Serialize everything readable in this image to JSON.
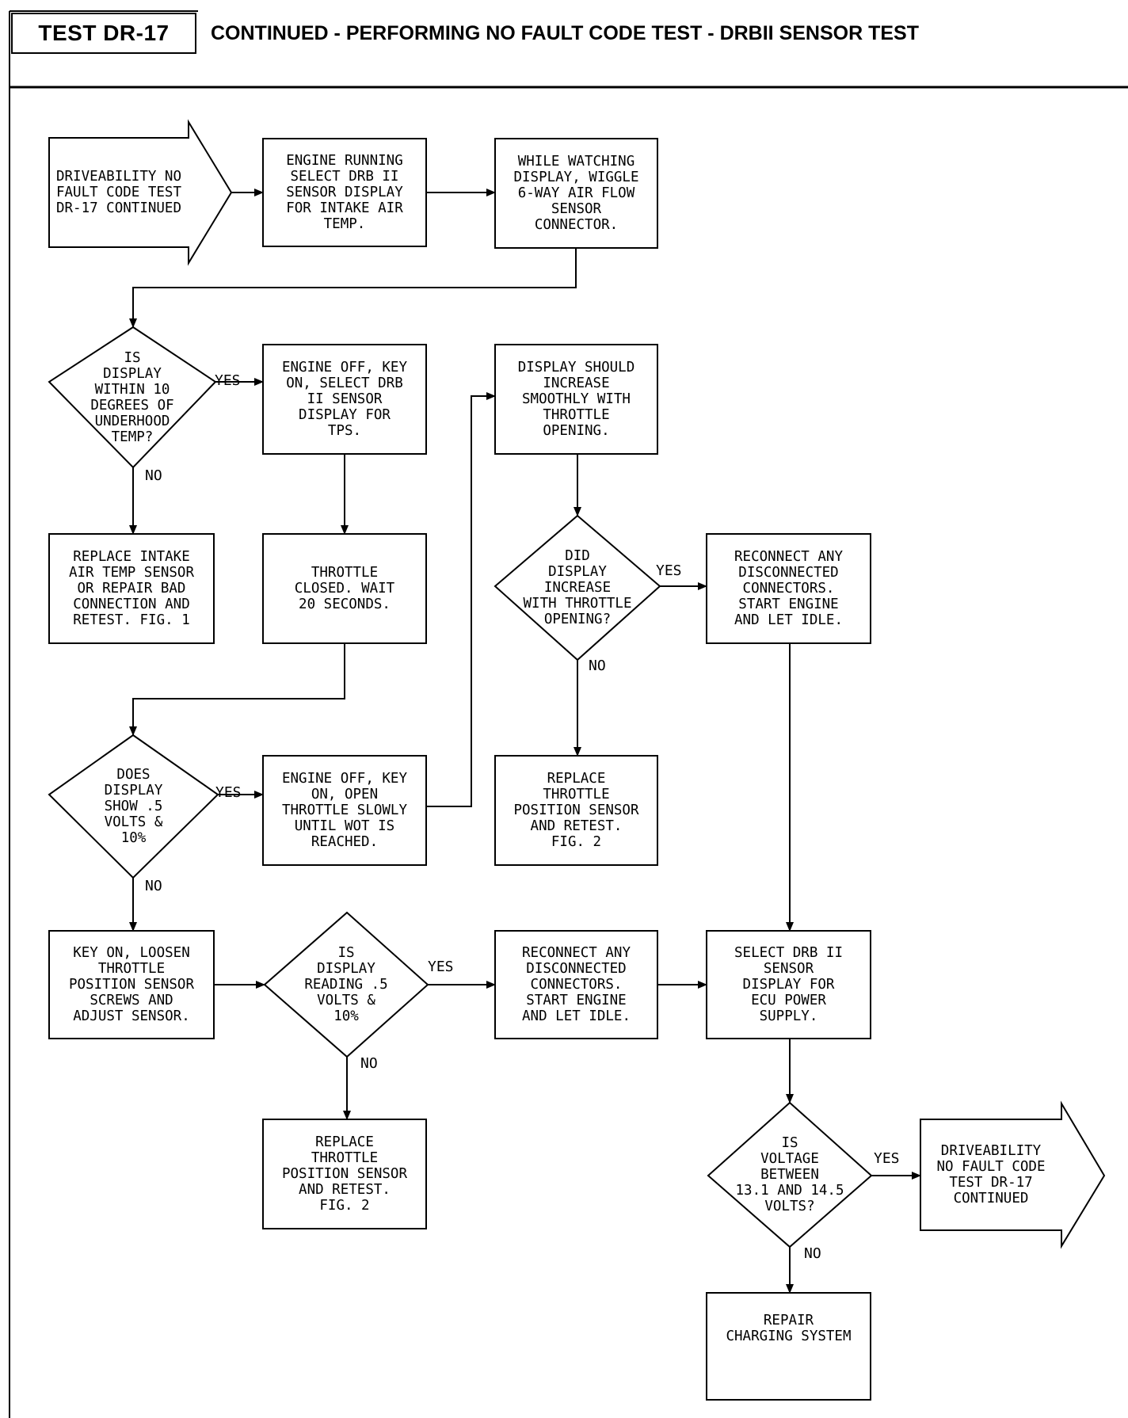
{
  "header": {
    "test_id": "TEST DR-17",
    "title": "CONTINUED - PERFORMING NO FAULT CODE TEST - DRBII SENSOR TEST"
  },
  "nodes": {
    "start": "DRIVEABILITY NO\nFAULT CODE TEST\nDR-17 CONTINUED",
    "n1": "ENGINE RUNNING\nSELECT DRB II\nSENSOR DISPLAY\nFOR INTAKE AIR\nTEMP.",
    "n2": "WHILE WATCHING\nDISPLAY, WIGGLE\n6-WAY AIR FLOW\nSENSOR\nCONNECTOR.",
    "d1": "IS\nDISPLAY\nWITHIN 10\nDEGREES OF\nUNDERHOOD\nTEMP?",
    "n3": "ENGINE OFF, KEY\nON, SELECT DRB\nII SENSOR\nDISPLAY FOR\nTPS.",
    "n4": "DISPLAY SHOULD\nINCREASE\nSMOOTHLY WITH\nTHROTTLE\nOPENING.",
    "n5": "REPLACE INTAKE\nAIR TEMP SENSOR\nOR REPAIR BAD\nCONNECTION AND\nRETEST. FIG. 1",
    "n6": "THROTTLE\nCLOSED. WAIT\n20 SECONDS.",
    "d2": "DID\nDISPLAY\nINCREASE\nWITH THROTTLE\nOPENING?",
    "n7": "RECONNECT ANY\nDISCONNECTED\nCONNECTORS.\nSTART ENGINE\nAND LET IDLE.",
    "d3": "DOES\nDISPLAY\nSHOW .5\nVOLTS &\n10%",
    "n8": "ENGINE OFF, KEY\nON, OPEN\nTHROTTLE SLOWLY\nUNTIL WOT IS\nREACHED.",
    "n9": "REPLACE\nTHROTTLE\nPOSITION SENSOR\nAND RETEST.\nFIG. 2",
    "n10": "KEY ON, LOOSEN\nTHROTTLE\nPOSITION SENSOR\nSCREWS AND\nADJUST SENSOR.",
    "d4": "IS\nDISPLAY\nREADING .5\nVOLTS &\n10%",
    "n11": "RECONNECT ANY\nDISCONNECTED\nCONNECTORS.\nSTART ENGINE\nAND LET IDLE.",
    "n12": "SELECT DRB II\nSENSOR\nDISPLAY FOR\nECU POWER\nSUPPLY.",
    "n13": "REPLACE\nTHROTTLE\nPOSITION SENSOR\nAND RETEST.\nFIG. 2",
    "d5": "IS\nVOLTAGE\nBETWEEN\n13.1 AND 14.5\nVOLTS?",
    "end": "DRIVEABILITY\nNO FAULT CODE\nTEST DR-17\nCONTINUED",
    "n14": "REPAIR\nCHARGING SYSTEM"
  },
  "labels": {
    "yes": "YES",
    "no": "NO"
  }
}
